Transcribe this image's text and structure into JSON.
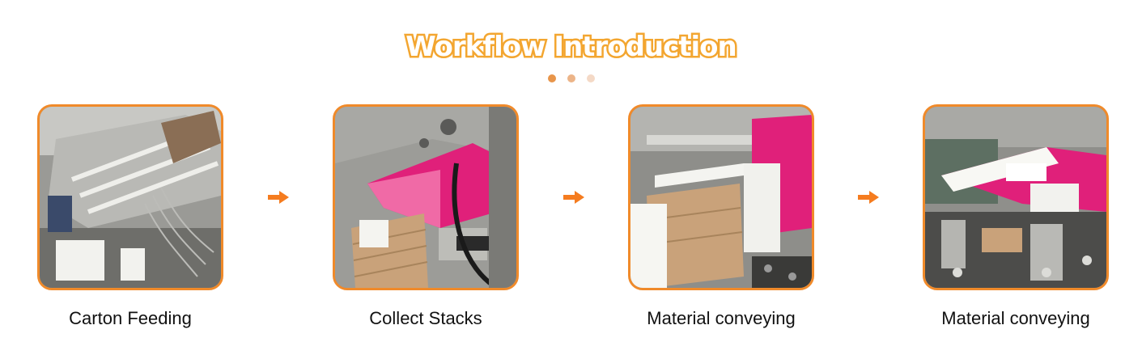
{
  "title": "Workflow Introduction",
  "pagination": {
    "dots": [
      {
        "color": "#e8954a"
      },
      {
        "color": "#ecb488"
      },
      {
        "color": "#f4d9c6"
      }
    ]
  },
  "steps": [
    {
      "label": "Carton Feeding",
      "photo_icon": "carton-feeding-photo"
    },
    {
      "label": "Collect Stacks",
      "photo_icon": "collect-stacks-photo"
    },
    {
      "label": "Material conveying",
      "photo_icon": "material-conveying-photo"
    },
    {
      "label": "Material conveying",
      "photo_icon": "material-conveying-photo"
    }
  ],
  "colors": {
    "accent": "#f08a2a",
    "title_stroke": "#f3a631",
    "arrow": "#f57c1f",
    "carton_pink": "#e0207a"
  }
}
